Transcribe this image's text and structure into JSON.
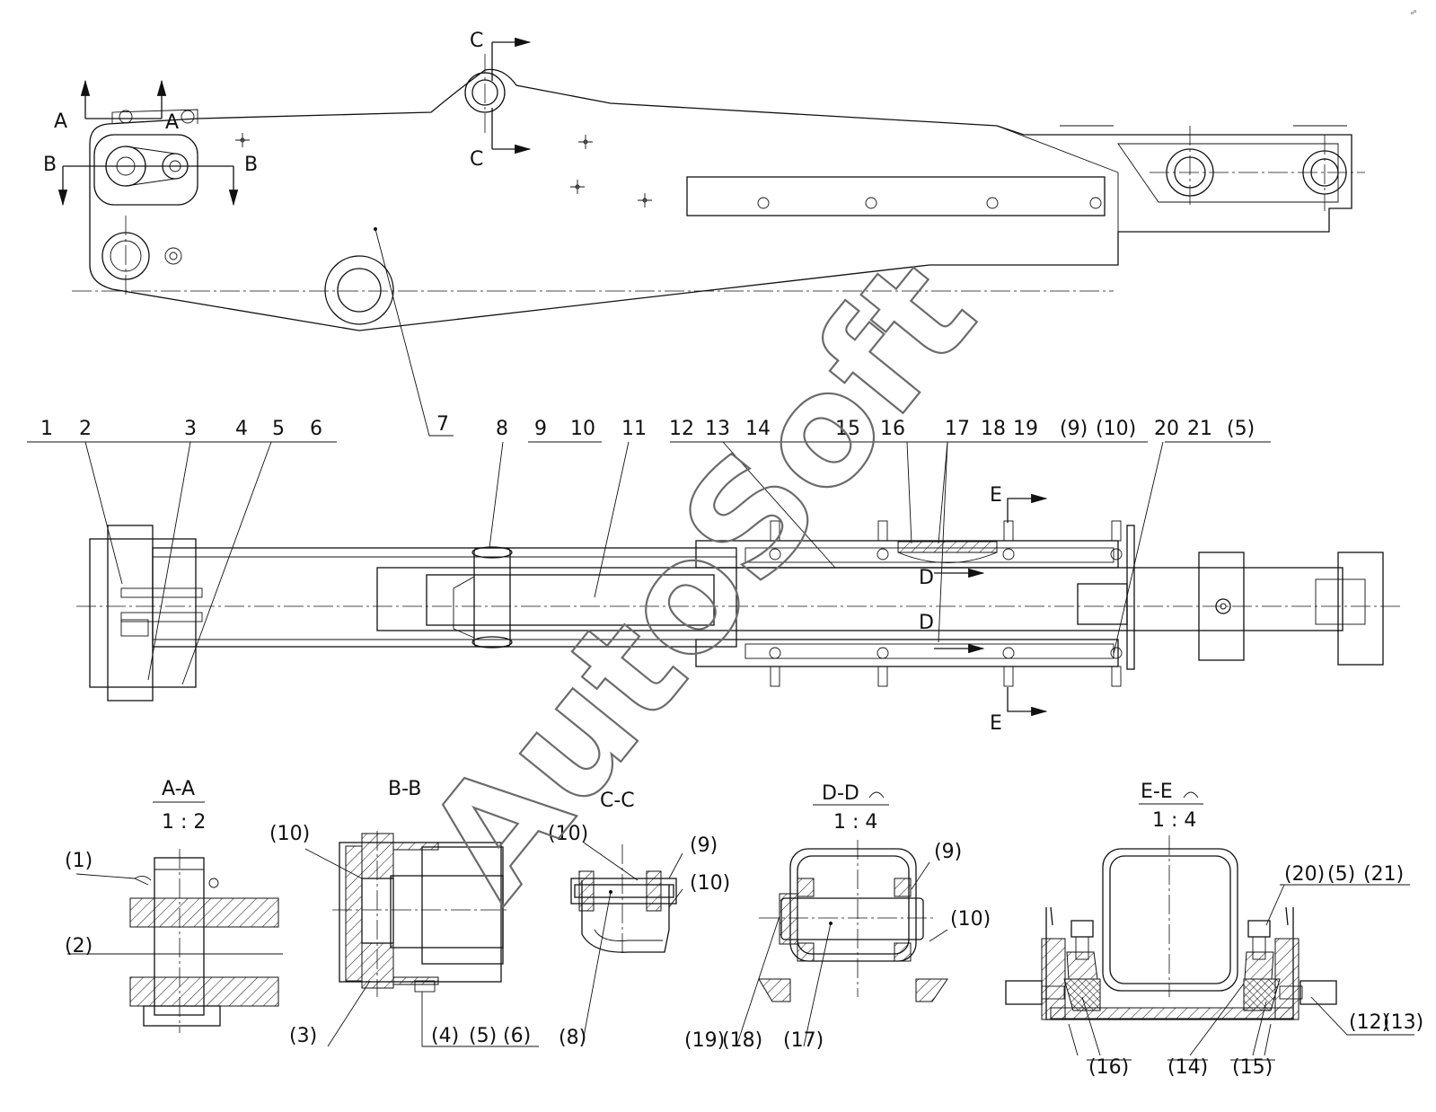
{
  "watermark": "AutoSoft",
  "corner_mark": "ₒₒ",
  "section_markers": {
    "a_left": "A",
    "a_right": "A",
    "b_left": "B",
    "b_right": "B",
    "c_top": "C",
    "c_bottom": "C",
    "d_top": "D",
    "d_bottom": "D",
    "e_top": "E",
    "e_bottom": "E"
  },
  "callouts_top_view": {
    "c7": "7"
  },
  "callouts_plan_view": [
    "1",
    "2",
    "3",
    "4",
    "5",
    "6",
    "8",
    "9",
    "10",
    "11",
    "12",
    "13",
    "14",
    "15",
    "16",
    "17",
    "18",
    "19",
    "(9)",
    "(10)",
    "20",
    "21",
    "(5)"
  ],
  "sections": {
    "aa": {
      "title": "A-A",
      "scale": "1 : 2",
      "labels": [
        "(1)",
        "(2)"
      ]
    },
    "bb": {
      "title": "B-B",
      "labels": [
        "(10)",
        "(3)",
        "(4)",
        "(5)",
        "(6)"
      ]
    },
    "cc": {
      "title": "C-C",
      "labels": [
        "(10)",
        "(9)",
        "(10)",
        "(8)"
      ]
    },
    "dd": {
      "title": "D-D",
      "scale": "1 : 4",
      "labels": [
        "(9)",
        "(10)",
        "(19)",
        "(18)",
        "(17)"
      ]
    },
    "ee": {
      "title": "E-E",
      "scale": "1 : 4",
      "labels": [
        "(20)",
        "(5)",
        "(21)",
        "(12)",
        "(13)",
        "(16)",
        "(14)",
        "(15)"
      ]
    }
  }
}
